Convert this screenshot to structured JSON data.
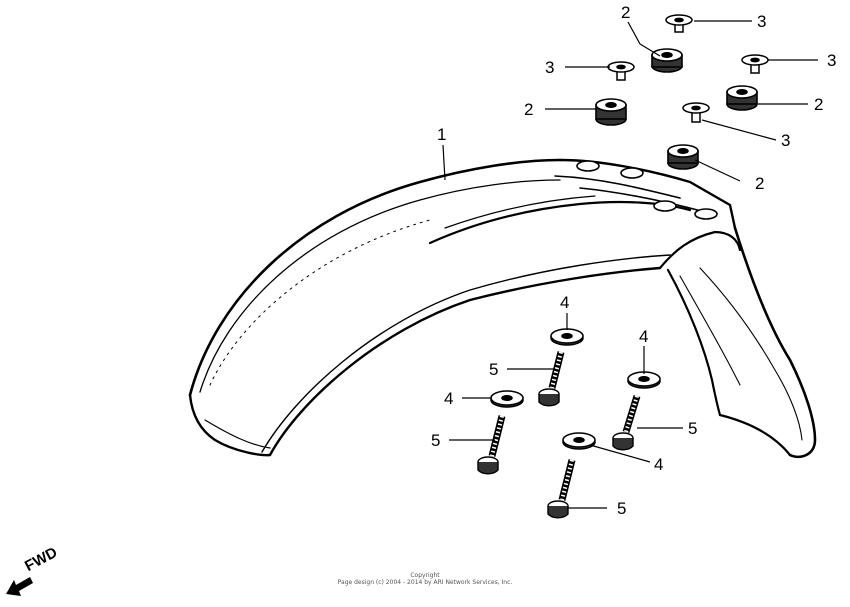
{
  "diagram": {
    "callouts": [
      {
        "id": "c1",
        "label": "1"
      },
      {
        "id": "c2a",
        "label": "2"
      },
      {
        "id": "c2b",
        "label": "2"
      },
      {
        "id": "c2c",
        "label": "2"
      },
      {
        "id": "c2d",
        "label": "2"
      },
      {
        "id": "c3a",
        "label": "3"
      },
      {
        "id": "c3b",
        "label": "3"
      },
      {
        "id": "c3c",
        "label": "3"
      },
      {
        "id": "c3d",
        "label": "3"
      },
      {
        "id": "c4a",
        "label": "4"
      },
      {
        "id": "c4b",
        "label": "4"
      },
      {
        "id": "c4c",
        "label": "4"
      },
      {
        "id": "c4d",
        "label": "4"
      },
      {
        "id": "c5a",
        "label": "5"
      },
      {
        "id": "c5b",
        "label": "5"
      },
      {
        "id": "c5c",
        "label": "5"
      },
      {
        "id": "c5d",
        "label": "5"
      }
    ],
    "direction_label": "FWD",
    "copyright_line1": "Copyright",
    "copyright_line2": "Page design (c) 2004 - 2014 by ARI Network Services, Inc."
  }
}
